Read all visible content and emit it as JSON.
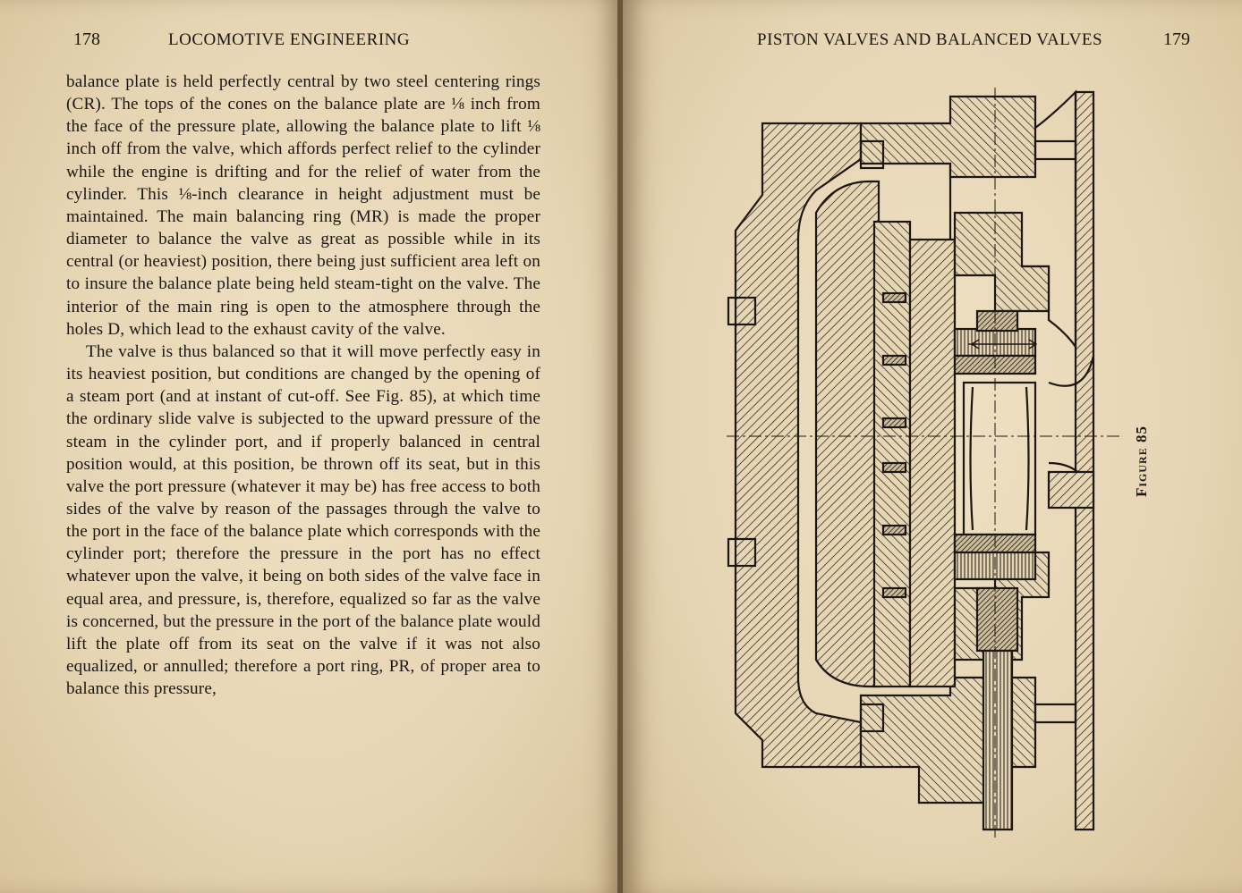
{
  "left_page": {
    "page_number": "178",
    "running_head": "LOCOMOTIVE ENGINEERING",
    "paragraphs": [
      "balance plate is held perfectly central by two steel centering rings (CR). The tops of the cones on the balance plate are ⅛ inch from the face of the pressure plate, allowing the balance plate to lift ⅛ inch off from the valve, which affords perfect relief to the cylinder while the engine is drifting and for the relief of water from the cylinder. This ⅛-inch clearance in height adjustment must be maintained. The main balancing ring (MR) is made the proper diameter to balance the valve as great as possible while in its central (or heaviest) position, there being just sufficient area left on to insure the balance plate being held steam-tight on the valve. The interior of the main ring is open to the atmosphere through the holes D, which lead to the exhaust cavity of the valve.",
      "The valve is thus balanced so that it will move perfectly easy in its heaviest position, but conditions are changed by the opening of a steam port (and at instant of cut-off. See Fig. 85), at which time the ordinary slide valve is subjected to the upward pressure of the steam in the cylinder port, and if properly balanced in central position would, at this position, be thrown off its seat, but in this valve the port pressure (whatever it may be) has free access to both sides of the valve by reason of the passages through the valve to the port in the face of the balance plate which corresponds with the cylinder port; therefore the pressure in the port has no effect whatever upon the valve, it being on both sides of the valve face in equal area, and pressure, is, therefore, equalized so far as the valve is concerned, but the pressure in the port of the balance plate would lift the plate off from its seat on the valve if it was not also equalized, or annulled; therefore a port ring, PR, of proper area to balance this pressure,"
    ]
  },
  "right_page": {
    "page_number": "179",
    "running_head": "PISTON VALVES AND BALANCED VALVES",
    "figure_label": "Figure 85"
  },
  "colors": {
    "paper": "#e9d9b8",
    "ink": "#1c1713",
    "spine": "#6b5538"
  }
}
